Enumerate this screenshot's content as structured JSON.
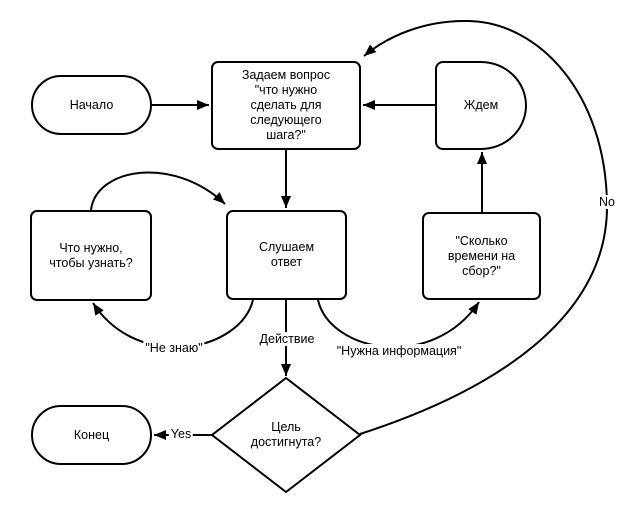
{
  "diagram": {
    "background_color": "#ffffff",
    "stroke_color": "#000000",
    "fill_color": "#ffffff",
    "nodes": {
      "start": {
        "label": "Начало",
        "type": "terminator"
      },
      "ask_question": {
        "label": "Задаем вопрос\n\"что нужно\nсделать для\nследующего\nшага?\"",
        "type": "process"
      },
      "wait": {
        "label": "Ждем",
        "type": "delay"
      },
      "what_to_learn": {
        "label": "Что нужно,\nчтобы узнать?",
        "type": "process"
      },
      "listen_answer": {
        "label": "Слушаем\nответ",
        "type": "process"
      },
      "gather_time": {
        "label": "\"Сколько\nвремени на\nсбор?\"",
        "type": "process"
      },
      "goal_reached": {
        "label": "Цель\nдостигнута?",
        "type": "decision"
      },
      "end": {
        "label": "Конец",
        "type": "terminator"
      }
    },
    "edge_labels": {
      "dont_know": "\"Не знаю\"",
      "action": "Действие",
      "need_info": "\"Нужна информация\"",
      "yes": "Yes",
      "no": "No"
    },
    "edges": [
      {
        "from": "start",
        "to": "ask_question",
        "label": ""
      },
      {
        "from": "wait",
        "to": "ask_question",
        "label": ""
      },
      {
        "from": "ask_question",
        "to": "listen_answer",
        "label": ""
      },
      {
        "from": "what_to_learn",
        "to": "listen_answer",
        "label": ""
      },
      {
        "from": "listen_answer",
        "to": "what_to_learn",
        "label": "\"Не знаю\""
      },
      {
        "from": "listen_answer",
        "to": "goal_reached",
        "label": "Действие"
      },
      {
        "from": "listen_answer",
        "to": "gather_time",
        "label": "\"Нужна информация\""
      },
      {
        "from": "gather_time",
        "to": "wait",
        "label": ""
      },
      {
        "from": "goal_reached",
        "to": "end",
        "label": "Yes"
      },
      {
        "from": "goal_reached",
        "to": "ask_question",
        "label": "No"
      }
    ]
  }
}
